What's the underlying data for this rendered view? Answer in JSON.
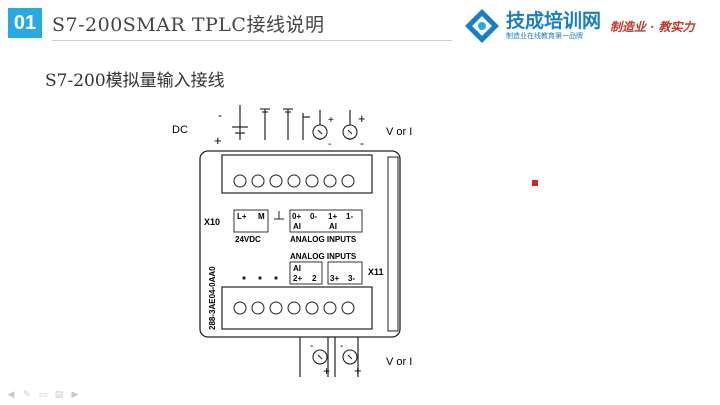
{
  "header": {
    "number": "01",
    "title": "S7-200SMAR TPLC接线说明"
  },
  "brand": {
    "name": "技成培训网",
    "slogan": "制造业在线教育第一品牌",
    "motto": "制造业 · 教实力"
  },
  "subtitle": "S7-200模拟量输入接线",
  "diagram": {
    "dc_label": "DC",
    "v_or_i_top": "V or I",
    "v_or_i_bottom": "V or I",
    "plus": "+",
    "minus": "-",
    "x10": "X10",
    "x11": "X11",
    "part_number": "288-3AE04-0AA0",
    "l_plus": "L+",
    "m": "M",
    "vdc": "24VDC",
    "top_group_terminals": [
      "0+",
      "0-",
      "1+",
      "1-"
    ],
    "ai": "AI",
    "analog_inputs_top": "ANALOG  INPUTS",
    "analog_inputs_bottom": "ANALOG  INPUTS",
    "bottom_group_terminals": [
      "2+",
      "2",
      "3+",
      "3-"
    ]
  },
  "colors": {
    "accent": "#2aa9e0",
    "brand": "#1a7fc1",
    "motto": "#c0392b",
    "marker": "#e02020"
  },
  "toolbar": {
    "icons": [
      "arrow-left-icon",
      "pen-icon",
      "highlighter-icon",
      "menu-icon",
      "arrow-right-icon"
    ]
  }
}
